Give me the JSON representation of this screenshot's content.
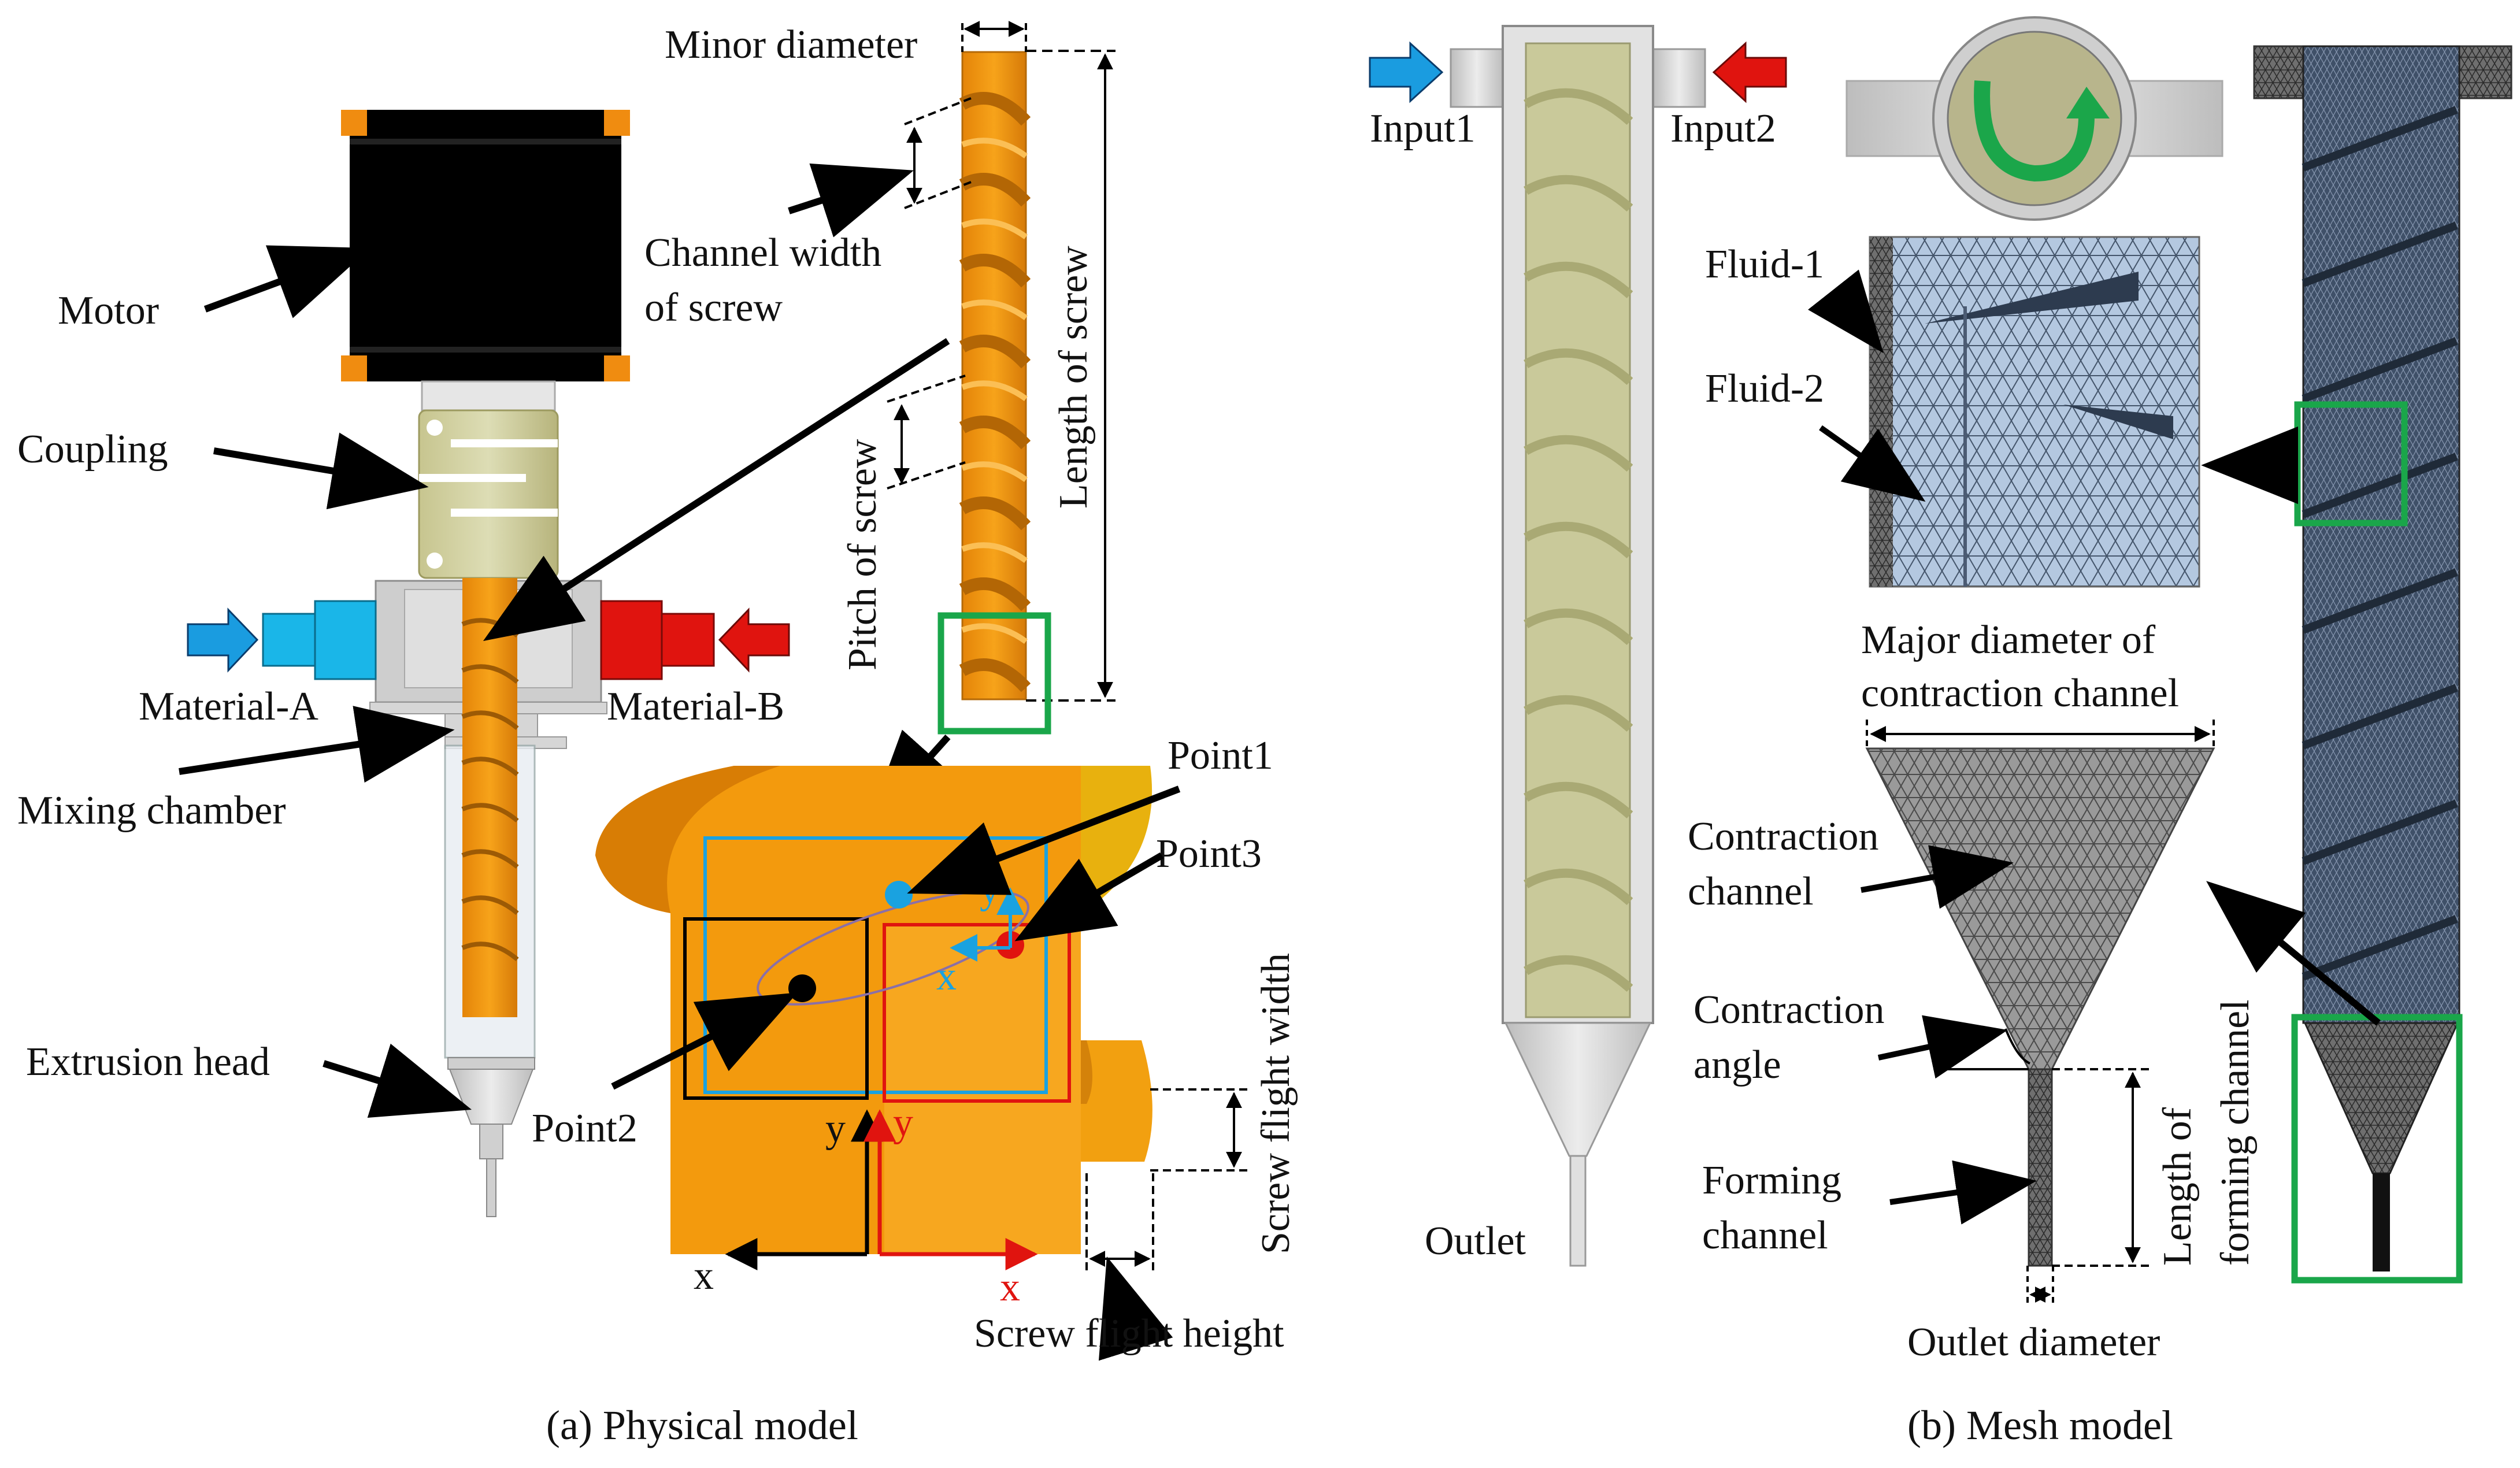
{
  "figure": {
    "colors": {
      "screw_orange": "#f39a0d",
      "screw_dark": "#c9720a",
      "motor_black": "#000000",
      "coupling_olive": "#c9c79a",
      "material_a_blue": "#1ab6e8",
      "material_b_red": "#e0140f",
      "highlight_green": "#1aa64a",
      "point1_cyan": "#1aa2e0",
      "point3_red": "#e0140f",
      "mesh_gray": "#8f8f8f",
      "mesh_blue": "#7d90ab",
      "tube_gray": "#d2d2d2"
    },
    "panel_a": {
      "caption": "(a) Physical model",
      "labels": {
        "motor": "Motor",
        "coupling": "Coupling",
        "material_a": "Material-A",
        "material_b": "Material-B",
        "mixing_chamber": "Mixing chamber",
        "extrusion_head": "Extrusion head",
        "minor_diameter": "Minor diameter",
        "channel_width_1": "Channel width",
        "channel_width_2": "of screw",
        "length_of_screw": "Length of screw",
        "pitch_of_screw": "Pitch of screw",
        "point1": "Point1",
        "point2": "Point2",
        "point3": "Point3",
        "screw_flight_width": "Screw flight width",
        "screw_flight_height": "Screw flight height",
        "axis_x_black": "x",
        "axis_y_black": "y",
        "axis_x_red": "x",
        "axis_y_red": "y",
        "axis_x_blue": "x",
        "axis_y_blue": "y"
      }
    },
    "panel_b": {
      "caption": "(b) Mesh model",
      "labels": {
        "input1": "Input1",
        "input2": "Input2",
        "outlet": "Outlet",
        "fluid1": "Fluid-1",
        "fluid2": "Fluid-2",
        "major_diameter_1": "Major diameter of",
        "major_diameter_2": "contraction channel",
        "contraction_channel_1": "Contraction",
        "contraction_channel_2": "channel",
        "contraction_angle_1": "Contraction",
        "contraction_angle_2": "angle",
        "forming_channel_1": "Forming",
        "forming_channel_2": "channel",
        "length_forming_1": "Length of",
        "length_forming_2": "forming channel",
        "outlet_diameter": "Outlet diameter"
      }
    }
  }
}
